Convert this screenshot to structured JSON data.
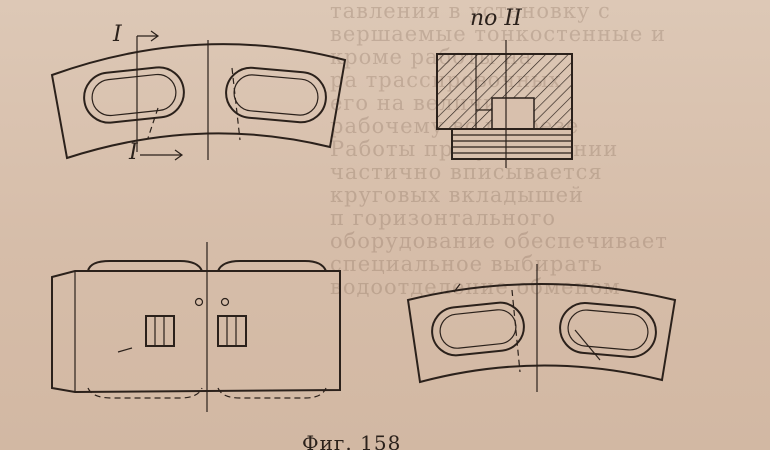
{
  "figure": {
    "section_label": "по II",
    "cut_label_top": "I",
    "cut_label_bottom": "I",
    "caption": "Фиг. 158"
  },
  "bleed_through_text": [
    "тавления в установку с",
    "вершаемые тонкостенные и",
    "кроме работы на",
    "ра трассировочных",
    "его на величину",
    "рабочему вс разрезе",
    "Работы при увеличении",
    "частично вписывается",
    "круговых вкладышей",
    "п горизонтального",
    "оборудование обеспечивает",
    "специальное выбирать",
    "водоотделение обменом"
  ]
}
